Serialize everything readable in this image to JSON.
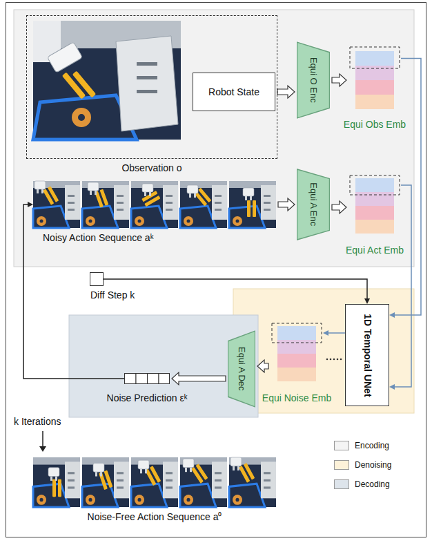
{
  "diagram": {
    "nodes": [
      {
        "text": [
          "Observation o"
        ]
      },
      {
        "text": [
          "Robot State"
        ],
        "in": 0
      },
      {
        "text": [
          "Equi O Enc"
        ]
      },
      {
        "text": [
          "Equi Obs Emb"
        ]
      },
      {
        "text": [
          "Noisy Action Sequence aᵏ"
        ]
      },
      {
        "text": [
          "Equi A Enc"
        ]
      },
      {
        "text": [
          "Equi Act Emb"
        ]
      },
      {
        "text": [
          "Diff Step k"
        ]
      },
      {
        "text": [
          "1D Temporal UNet"
        ]
      },
      {
        "text": [
          "Equi Noise Emb"
        ]
      },
      {
        "text": [
          "Equi A Dec"
        ]
      },
      {
        "text": [
          "Noise Prediction εᵏ"
        ]
      },
      {
        "text": [
          "Noise-Free Action Sequence a⁰"
        ]
      }
    ],
    "edges": [
      {
        "from": 1,
        "to": 2,
        "arrow": "to"
      },
      {
        "from": 2,
        "to": 3,
        "arrow": "to"
      },
      {
        "from": 4,
        "to": 5,
        "arrow": "to"
      },
      {
        "from": 5,
        "to": 6,
        "arrow": "to"
      },
      {
        "from": 3,
        "to": 8,
        "arrow": "to"
      },
      {
        "from": 6,
        "to": 8,
        "arrow": "to"
      },
      {
        "from": 7,
        "to": 8,
        "arrow": "to"
      },
      {
        "from": 8,
        "to": 9,
        "arrow": "to"
      },
      {
        "from": 9,
        "to": 10,
        "arrow": "to"
      },
      {
        "from": 10,
        "to": 11,
        "arrow": "to"
      },
      {
        "from": 11,
        "to": 4,
        "arrow": "to"
      }
    ],
    "labels": [
      "k Iterations"
    ],
    "legend": [
      {
        "text": "Encoding",
        "color": "#f4f4f4"
      },
      {
        "text": "Denoising",
        "color": "#fdf2d9"
      },
      {
        "text": "Decoding",
        "color": "#dde4eb"
      }
    ]
  }
}
